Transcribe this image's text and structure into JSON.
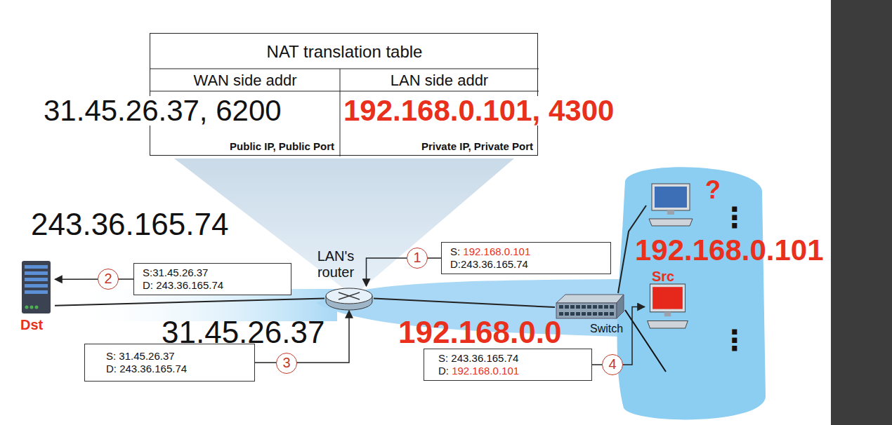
{
  "diagram": {
    "nodes": [
      {
        "text": [
          "NAT translation table",
          "WAN side addr",
          "LAN side addr",
          "Public IP, Public Port",
          "Private IP, Private Port"
        ]
      },
      {
        "text": [
          "Dst"
        ]
      },
      {
        "text": [
          "LAN's router"
        ]
      },
      {
        "text": [
          "Switch"
        ]
      },
      {
        "text": [
          "?"
        ]
      },
      {
        "text": [
          "Src"
        ]
      },
      {
        "text": [
          "S: 192.168.0.101",
          "D:243.36.165.74"
        ]
      },
      {
        "text": [
          "S:31.45.26.37",
          "D: 243.36.165.74"
        ]
      },
      {
        "text": [
          "S: 31.45.26.37",
          "D: 243.36.165.74"
        ]
      },
      {
        "text": [
          "S: 243.36.165.74",
          "D: 192.168.0.101"
        ]
      }
    ],
    "edges": [
      {
        "from": 1,
        "to": 2,
        "arrow": "none"
      },
      {
        "from": 2,
        "to": 3,
        "arrow": "none"
      },
      {
        "from": 3,
        "to": 4,
        "arrow": "none"
      },
      {
        "from": 6,
        "to": 2,
        "arrow": "to"
      },
      {
        "from": 7,
        "to": 1,
        "arrow": "to"
      },
      {
        "from": 8,
        "to": 2,
        "arrow": "to"
      },
      {
        "from": 9,
        "to": 5,
        "arrow": "to"
      }
    ],
    "labels": [
      "31.45.26.37, 6200",
      "192.168.0.101, 4300",
      "243.36.165.74",
      "31.45.26.37",
      "192.168.0.0",
      "192.168.0.101",
      "⋮",
      "⋮",
      "1",
      "2",
      "3",
      "4"
    ]
  }
}
